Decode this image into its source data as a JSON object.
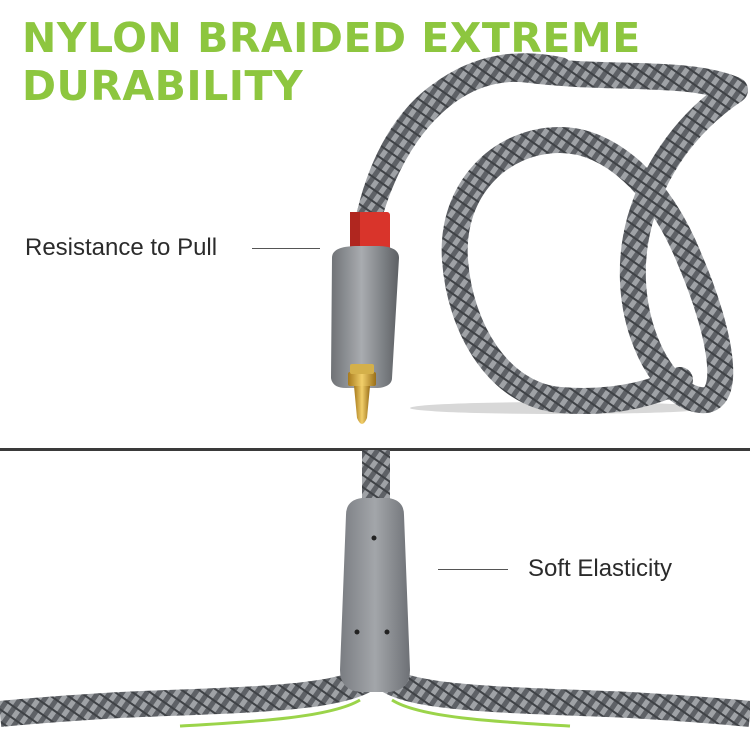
{
  "headline": {
    "line1": "NYLON BRAIDED EXTREME",
    "line2": "DURABILITY"
  },
  "callouts": {
    "top": "Resistance to Pull",
    "bottom": "Soft Elasticity"
  },
  "colors": {
    "headline": "#8dc63f",
    "braid": "#6d6f73",
    "connector_red": "#d9342b",
    "pin_gold": "#c99a2e",
    "splitter": "#8a8d91",
    "accent_green": "#9bd44a"
  }
}
